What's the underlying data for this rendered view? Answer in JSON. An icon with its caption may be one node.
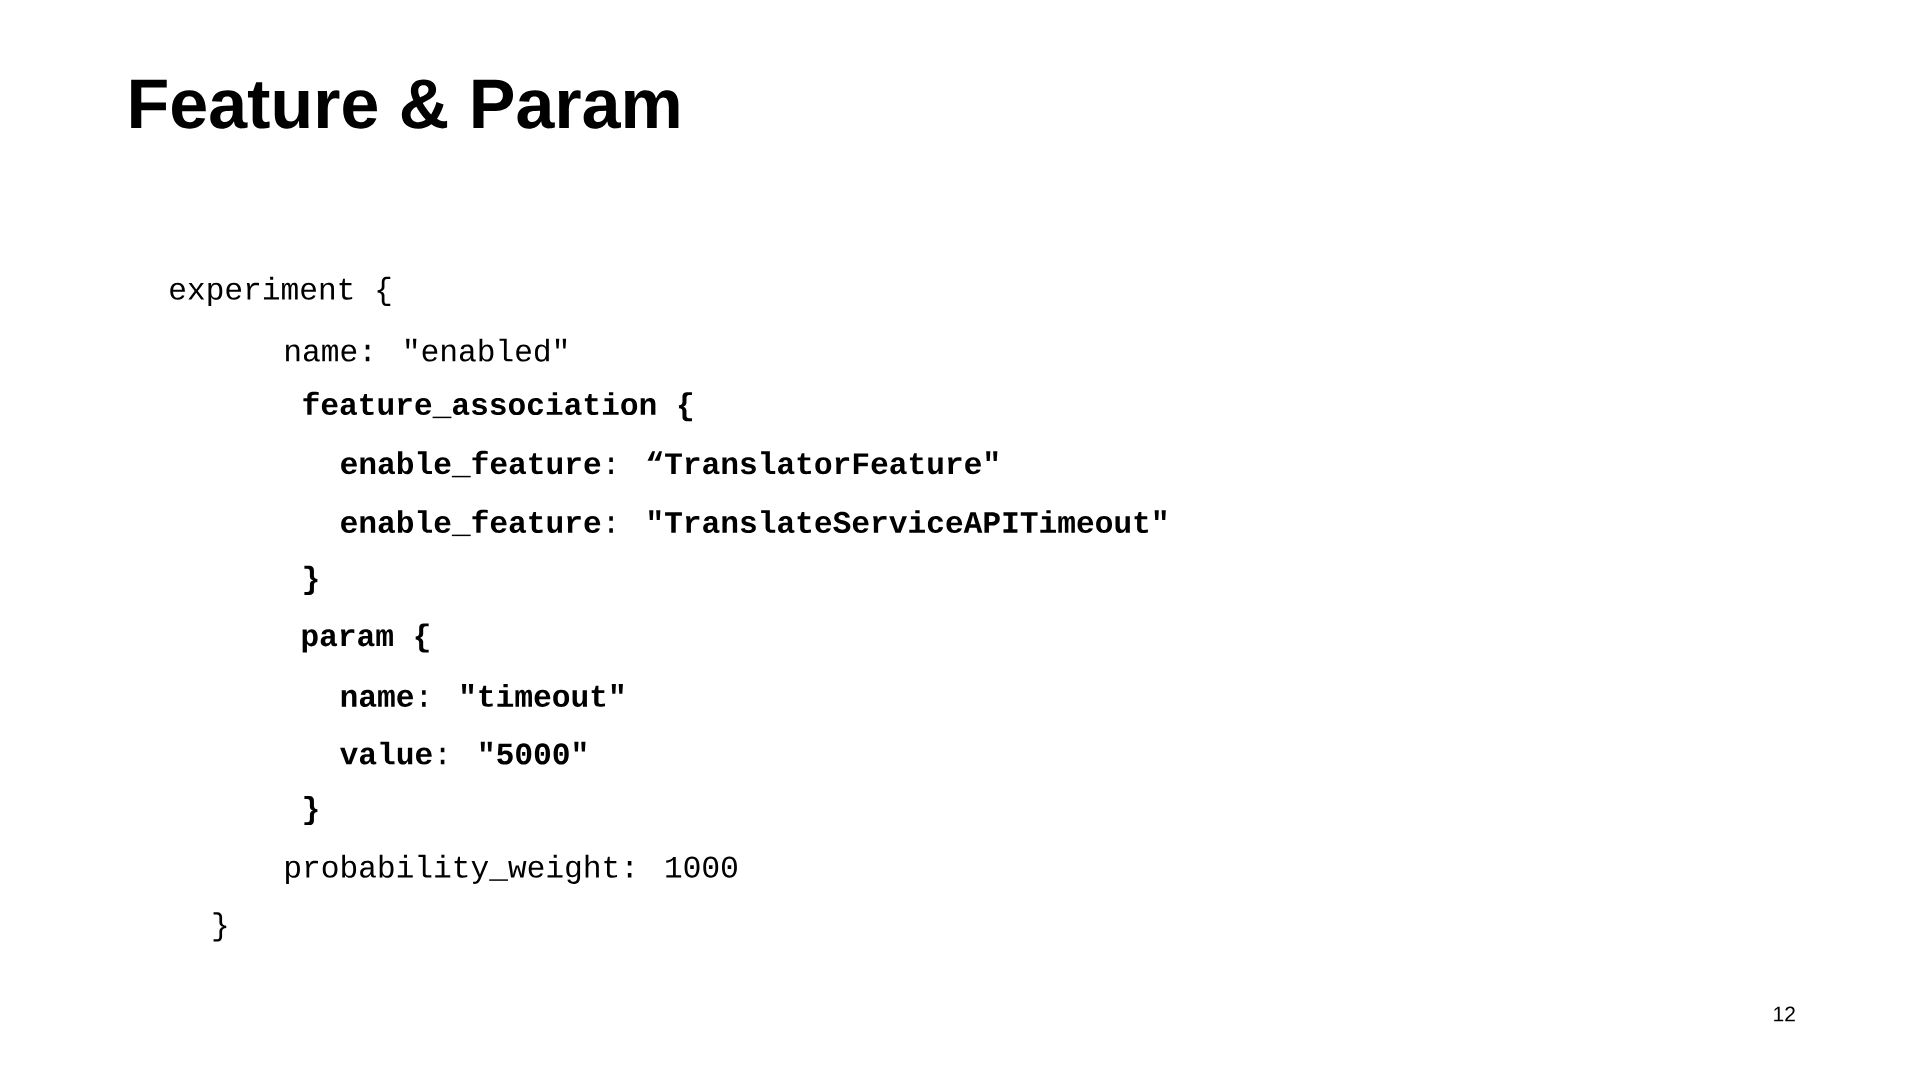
{
  "diagram": {
    "title": "Feature & Param",
    "labels": [
      "experiment {",
      "name: \"enabled\"",
      "**feature_association {**",
      "**enable_feature**: **“TranslatorFeature\"**",
      "**enable_feature**: **\"TranslateServiceAPITimeout\"**",
      "**}**",
      "**param {**",
      "**name**: **\"timeout\"**",
      "**value**: **\"5000\"**",
      "**}**",
      "probability_weight: 1000",
      "}",
      "12"
    ]
  }
}
